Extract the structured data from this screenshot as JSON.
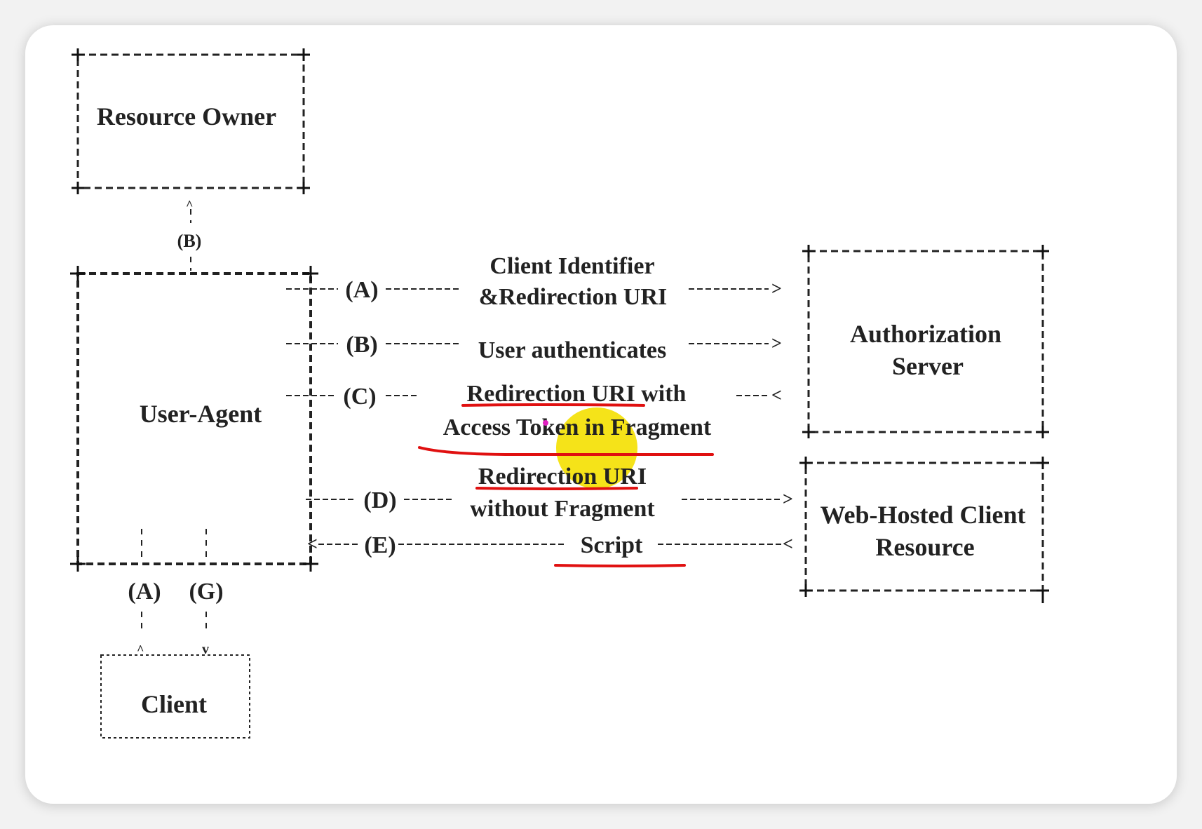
{
  "boxes": {
    "resource_owner": "Resource Owner",
    "user_agent": "User-Agent",
    "authorization_server_line1": "Authorization",
    "authorization_server_line2": "Server",
    "web_hosted_line1": "Web-Hosted Client",
    "web_hosted_line2": "Resource",
    "client": "Client"
  },
  "flows": {
    "A": {
      "tag": "(A)",
      "line1": "Client Identifier",
      "line2": "&Redirection URI"
    },
    "B": {
      "tag": "(B)",
      "line1": "User authenticates"
    },
    "C": {
      "tag": "(C)",
      "line1": "Redirection URI with",
      "line2": "Access Token in Fragment"
    },
    "D": {
      "tag": "(D)",
      "line1": "Redirection URI",
      "line2": "without Fragment"
    },
    "E": {
      "tag": "(E)",
      "label": "Script"
    }
  },
  "side_tags": {
    "owner_link": "(B)",
    "client_a": "(A)",
    "client_g": "(G)"
  },
  "arrows": {
    "right": ">",
    "left": "<",
    "up": "^",
    "down": "v"
  },
  "annotation_colors": {
    "underline": "#e01010",
    "highlight": "#f4e000",
    "cursor": "#e020c0"
  }
}
